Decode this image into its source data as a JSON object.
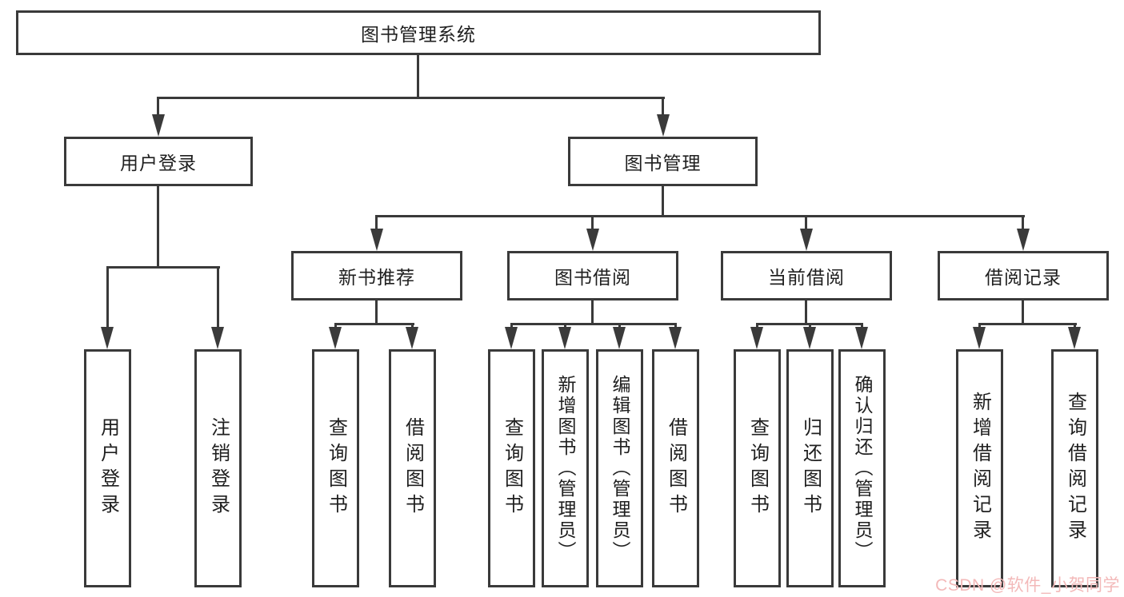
{
  "tree": {
    "root": {
      "label": "图书管理系统",
      "children": [
        {
          "label": "用户登录",
          "children": [
            {
              "label": "用户登录"
            },
            {
              "label": "注销登录"
            }
          ]
        },
        {
          "label": "图书管理",
          "children": [
            {
              "label": "新书推荐",
              "children": [
                {
                  "label": "查询图书"
                },
                {
                  "label": "借阅图书"
                }
              ]
            },
            {
              "label": "图书借阅",
              "children": [
                {
                  "label": "查询图书"
                },
                {
                  "label": "新增图书（管理员）"
                },
                {
                  "label": "编辑图书（管理员）"
                },
                {
                  "label": "借阅图书"
                }
              ]
            },
            {
              "label": "当前借阅",
              "children": [
                {
                  "label": "查询图书"
                },
                {
                  "label": "归还图书"
                },
                {
                  "label": "确认归还（管理员）"
                }
              ]
            },
            {
              "label": "借阅记录",
              "children": [
                {
                  "label": "新增借阅记录"
                },
                {
                  "label": "查询借阅记录"
                }
              ]
            }
          ]
        }
      ]
    }
  },
  "watermark": {
    "text": "CSDN @软件_小贺同学"
  },
  "colors": {
    "line": "#3a3a3a",
    "text": "#1f1f1f",
    "background": "#ffffff",
    "watermark": "#f3b9b9"
  }
}
